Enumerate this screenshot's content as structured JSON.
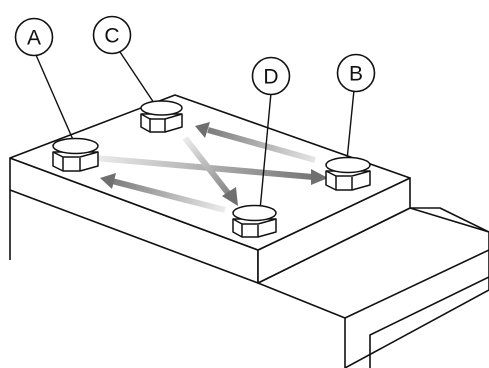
{
  "colors": {
    "outline": "#111111",
    "bolt_fill": "#ffffff",
    "arrow_dark": "#777777",
    "arrow_light": "#e6e6e6"
  },
  "callouts": [
    {
      "label": "A",
      "target": "nut-a"
    },
    {
      "label": "C",
      "target": "nut-c"
    },
    {
      "label": "D",
      "target": "nut-d"
    },
    {
      "label": "B",
      "target": "nut-b"
    }
  ],
  "arrows": [
    {
      "from": "A",
      "to": "B"
    },
    {
      "from": "B",
      "to": "C"
    },
    {
      "from": "C",
      "to": "D"
    },
    {
      "from": "D",
      "to": "A"
    }
  ]
}
